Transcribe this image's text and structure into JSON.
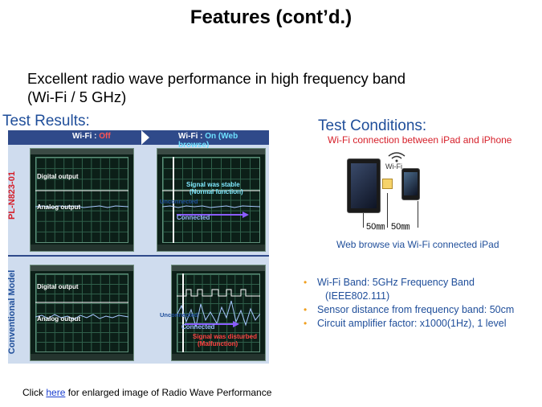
{
  "slide": {
    "title": "Features (cont’d.)",
    "intro_line1": "Excellent radio wave performance in high frequency band",
    "intro_line2": "(Wi-Fi / 5 GHz)"
  },
  "results": {
    "heading": "Test Results:",
    "header_off_prefix": "Wi-Fi :",
    "header_off_state": "Off",
    "header_on_prefix": "Wi-Fi :",
    "header_on_state": "On",
    "header_on_note": "(Web browse)",
    "row1_label": "PL-N823-01",
    "row2_label": "Conventional Model",
    "digital_output": "Digital output",
    "analog_output": "Analog output",
    "unconnected": "Unconnected",
    "connected": "Connected",
    "stable_line1": "Signal was stable",
    "stable_line2": "(Normal function)",
    "disturbed_line1": "Signal was disturbed",
    "disturbed_line2": "(Malfunction)"
  },
  "conditions": {
    "heading": "Test Conditions:",
    "connection": "Wi-Fi connection between iPad and iPhone",
    "wifi_label": "Wi-Fi",
    "dist1": "50㎜",
    "dist2": "50㎜",
    "caption": "Web browse via Wi-Fi connected iPad",
    "bullets": [
      "Wi-Fi Band: 5GHz Frequency Band",
      "(IEEE802.111)",
      "Sensor distance from frequency band: 50cm",
      "Circuit amplifier factor: x1000(1Hz), 1 level"
    ]
  },
  "footer": {
    "prefix": "Click ",
    "link": "here",
    "suffix": " for enlarged image of Radio Wave Performance"
  },
  "colors": {
    "heading_blue": "#1f4e9a",
    "accent_red": "#d6202a",
    "bullet_orange": "#f0a020"
  }
}
